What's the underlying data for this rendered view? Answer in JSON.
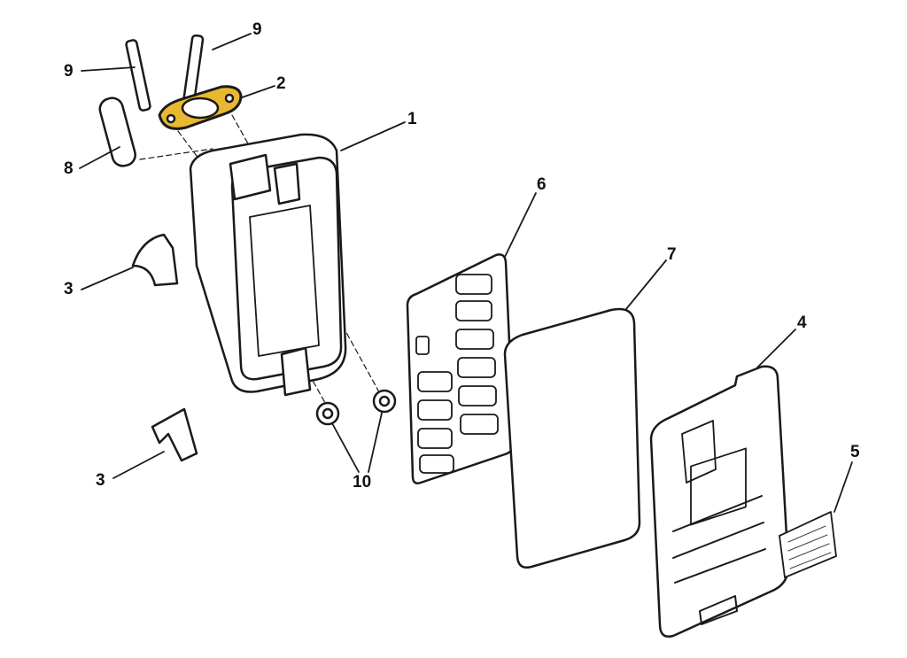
{
  "colors": {
    "highlight": "#e8b830",
    "line": "#1a1a1a"
  },
  "callouts": {
    "stud_top": "9",
    "stud_left": "9",
    "gasket": "2",
    "muffler_body": "1",
    "pipe": "8",
    "clip_upper": "3",
    "clip_lower": "3",
    "baffle_plate": "6",
    "foam_element": "7",
    "cover": "4",
    "label_plate": "5",
    "nuts": "10"
  }
}
